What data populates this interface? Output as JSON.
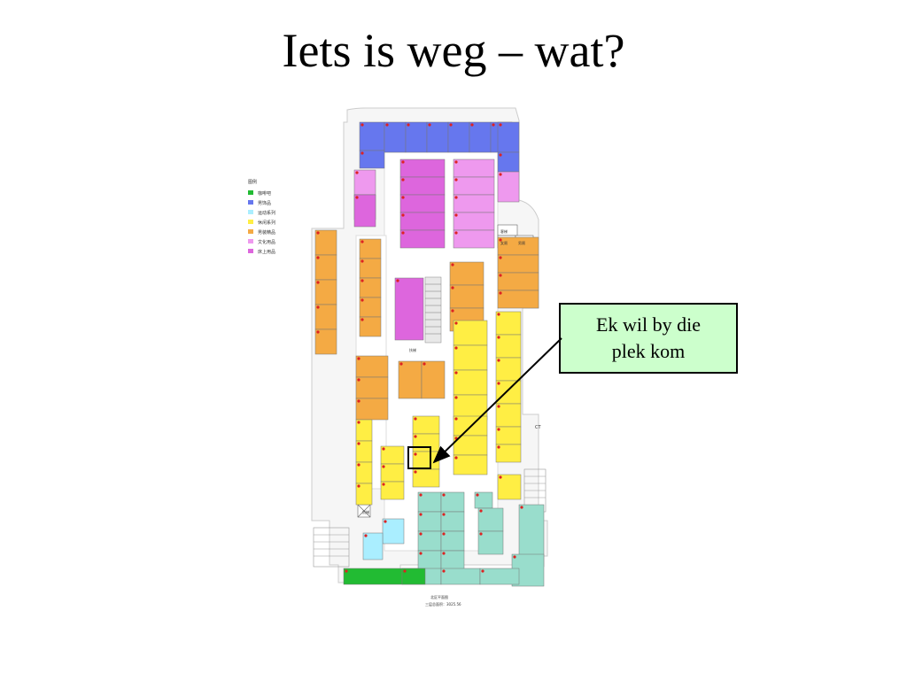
{
  "slide": {
    "title": "Iets is weg – wat?",
    "callout_line1": "Ek wil by die",
    "callout_line2": "plek kom"
  },
  "legend": {
    "title": "图例",
    "items": [
      {
        "label": "咖啡吧",
        "color": "#22bb33"
      },
      {
        "label": "男饰品",
        "color": "#6677ee"
      },
      {
        "label": "运动系列",
        "color": "#aaeeff"
      },
      {
        "label": "休闲系列",
        "color": "#ffee44"
      },
      {
        "label": "男装精品",
        "color": "#f4aa44"
      },
      {
        "label": "文化用品",
        "color": "#ee99ee"
      },
      {
        "label": "床上用品",
        "color": "#dd66dd"
      }
    ]
  },
  "map_labels": {
    "stairs1": "扶梯",
    "elevator1": "货梯",
    "elevator2": "客梯",
    "toilet_f": "女厕",
    "toilet_m": "男厕",
    "escalator": "扶梯",
    "footer1": "北区平面图",
    "footer2": "三层总面积：3025.56",
    "ct": "CT"
  },
  "colors": {
    "blue": "#6677ee",
    "pink": "#ee99ee",
    "magenta": "#dd66dd",
    "orange": "#f4aa44",
    "yellow": "#ffee44",
    "teal": "#99ddcc",
    "green": "#22bb33",
    "lightblue": "#aaeeff",
    "marker": "#dd2222",
    "target_box": "#ccffcc"
  }
}
